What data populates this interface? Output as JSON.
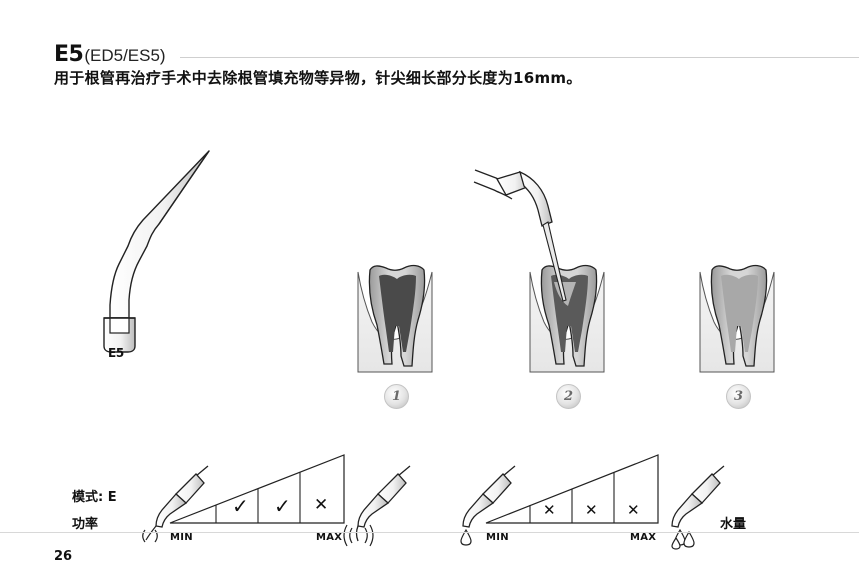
{
  "header": {
    "code": "E5",
    "variants": "(ED5/ES5)",
    "description": "用于根管再治疗手术中去除根管填充物等异物，针尖细长部分长度为16mm。"
  },
  "tip_label": "E5",
  "steps": [
    "1",
    "2",
    "3"
  ],
  "power_panel": {
    "mode_label": "模式: E",
    "power_label": "功率",
    "scale_min": "MIN",
    "scale_max": "MAX",
    "cells": [
      "check",
      "check",
      "cross"
    ]
  },
  "water_panel": {
    "water_label": "水量",
    "scale_min": "MIN",
    "scale_max": "MAX",
    "cells": [
      "cross",
      "cross",
      "cross"
    ]
  },
  "page_number": "26"
}
